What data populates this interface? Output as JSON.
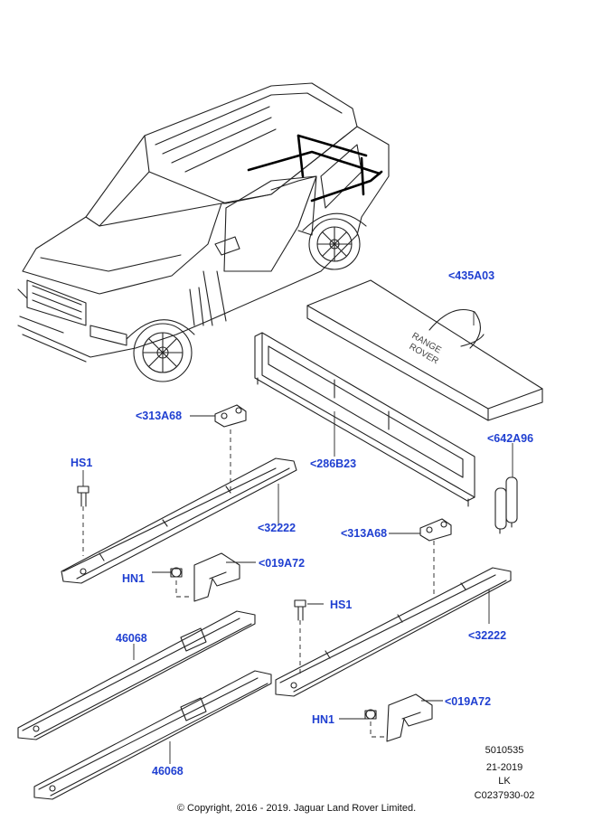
{
  "callouts": {
    "c435A03": "<435A03",
    "c642A96": "<642A96",
    "c286B23": "<286B23",
    "c313A68_top": "<313A68",
    "c313A68_right": "<313A68",
    "HS1_left": "HS1",
    "HS1_right": "HS1",
    "c32222_left": "<32222",
    "c32222_right": "<32222",
    "c019A72_left": "<019A72",
    "c019A72_right": "<019A72",
    "HN1_left": "HN1",
    "HN1_right": "HN1",
    "p46068_top": "46068",
    "p46068_bottom": "46068"
  },
  "bag_text": [
    "RANGE",
    "ROVER"
  ],
  "reference": {
    "line1": "5010535",
    "line2": "21-2019",
    "line3": "LK",
    "line4": "C0237930-02"
  },
  "copyright": "© Copyright, 2016 - 2019. Jaguar Land Rover Limited.",
  "colors": {
    "callout": "#1f3fd1",
    "line": "#222222"
  }
}
